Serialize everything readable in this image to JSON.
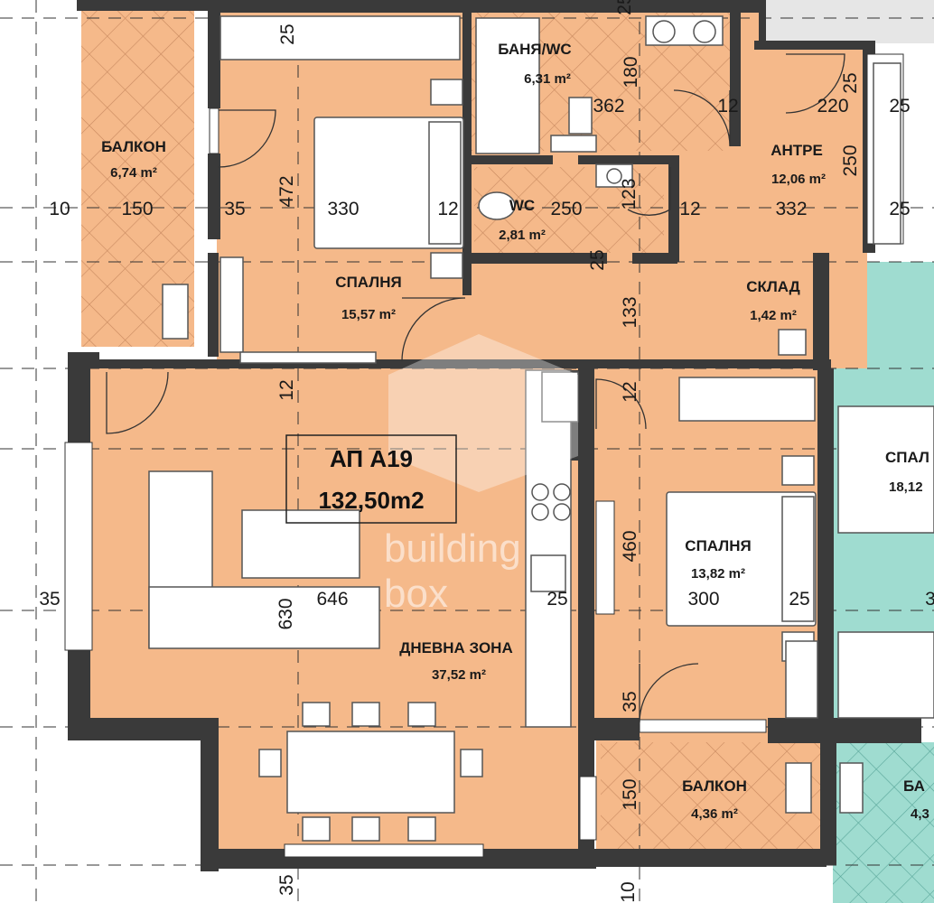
{
  "colors": {
    "floor": "#f5b98a",
    "teal": "#9fdcd0",
    "wall": "#3a3a3a",
    "tile_line": "#c98a60",
    "furniture": "#ffffff",
    "furniture_stroke": "#555555"
  },
  "apartment": {
    "code": "АП А19",
    "total_area": "132,50m2"
  },
  "rooms": {
    "balcony_left": {
      "name": "БАЛКОН",
      "area": "6,74 m²"
    },
    "bath": {
      "name": "БАНЯ/WC",
      "area": "6,31 m²"
    },
    "wc": {
      "name": "WC",
      "area": "2,81 m²"
    },
    "bedroom1": {
      "name": "СПАЛНЯ",
      "area": "15,57 m²"
    },
    "entrance": {
      "name": "АНТРЕ",
      "area": "12,06 m²"
    },
    "storage": {
      "name": "СКЛАД",
      "area": "1,42 m²"
    },
    "living": {
      "name": "ДНЕВНА ЗОНА",
      "area": "37,52 m²"
    },
    "bedroom2": {
      "name": "СПАЛНЯ",
      "area": "13,82 m²"
    },
    "balcony_bottom": {
      "name": "БАЛКОН",
      "area": "4,36 m²"
    },
    "neighbor_bedroom": {
      "name": "СПАЛ",
      "area": "18,12"
    },
    "neighbor_balcony": {
      "name": "БА",
      "area": "4,3"
    }
  },
  "dimensions": {
    "d_25_top1": "25",
    "d_25_top2": "25",
    "d_180": "180",
    "d_362": "362",
    "d_12_bath": "12",
    "d_220": "220",
    "d_25_entry1": "25",
    "d_25_entry2": "25",
    "d_250_v": "250",
    "d_10_left": "10",
    "d_150_balc": "150",
    "d_35_a": "35",
    "d_472": "472",
    "d_330": "330",
    "d_12_b": "12",
    "d_250_wc": "250",
    "d_123": "123",
    "d_12_c": "12",
    "d_332": "332",
    "d_25_right": "25",
    "d_25_mid": "25",
    "d_133": "133",
    "d_12_d": "12",
    "d_12_e": "12",
    "d_460": "460",
    "d_35_left": "35",
    "d_630": "630",
    "d_646": "646",
    "d_25_kitchen": "25",
    "d_300": "300",
    "d_25_bed2": "25",
    "d_3_edge": "3",
    "d_35_bed2": "35",
    "d_150_balc2": "150",
    "d_35_bottom": "35",
    "d_10_bottom": "10"
  },
  "watermark": {
    "line1": "building",
    "line2": "box"
  }
}
